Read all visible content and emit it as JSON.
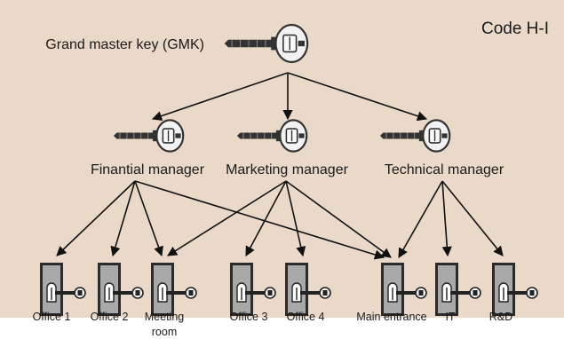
{
  "colors": {
    "background": "#ead9c8",
    "ink": "#111111",
    "door": "#a9a9a9",
    "key": "#333333"
  },
  "code_label": "Code H-I",
  "gmk": {
    "label": "Grand master key (GMK)"
  },
  "managers": [
    {
      "id": "fin",
      "label": "Finantial manager"
    },
    {
      "id": "mkt",
      "label": "Marketing manager"
    },
    {
      "id": "tech",
      "label": "Technical manager"
    }
  ],
  "doors": [
    {
      "id": "o1",
      "lines": [
        "Office 1"
      ]
    },
    {
      "id": "o2",
      "lines": [
        "Office 2"
      ]
    },
    {
      "id": "meet",
      "lines": [
        "Meeting",
        "room"
      ]
    },
    {
      "id": "o3",
      "lines": [
        "Office 3"
      ]
    },
    {
      "id": "o4",
      "lines": [
        "Office 4"
      ]
    },
    {
      "id": "main",
      "lines": [
        "Main entrance"
      ]
    },
    {
      "id": "it",
      "lines": [
        "IT"
      ]
    },
    {
      "id": "rd",
      "lines": [
        "R&D"
      ]
    }
  ],
  "links": [
    [
      "gmk",
      "fin"
    ],
    [
      "gmk",
      "mkt"
    ],
    [
      "gmk",
      "tech"
    ],
    [
      "fin",
      "o1"
    ],
    [
      "fin",
      "o2"
    ],
    [
      "fin",
      "meet"
    ],
    [
      "fin",
      "main"
    ],
    [
      "mkt",
      "meet"
    ],
    [
      "mkt",
      "o3"
    ],
    [
      "mkt",
      "o4"
    ],
    [
      "mkt",
      "main"
    ],
    [
      "tech",
      "main"
    ],
    [
      "tech",
      "it"
    ],
    [
      "tech",
      "rd"
    ]
  ]
}
